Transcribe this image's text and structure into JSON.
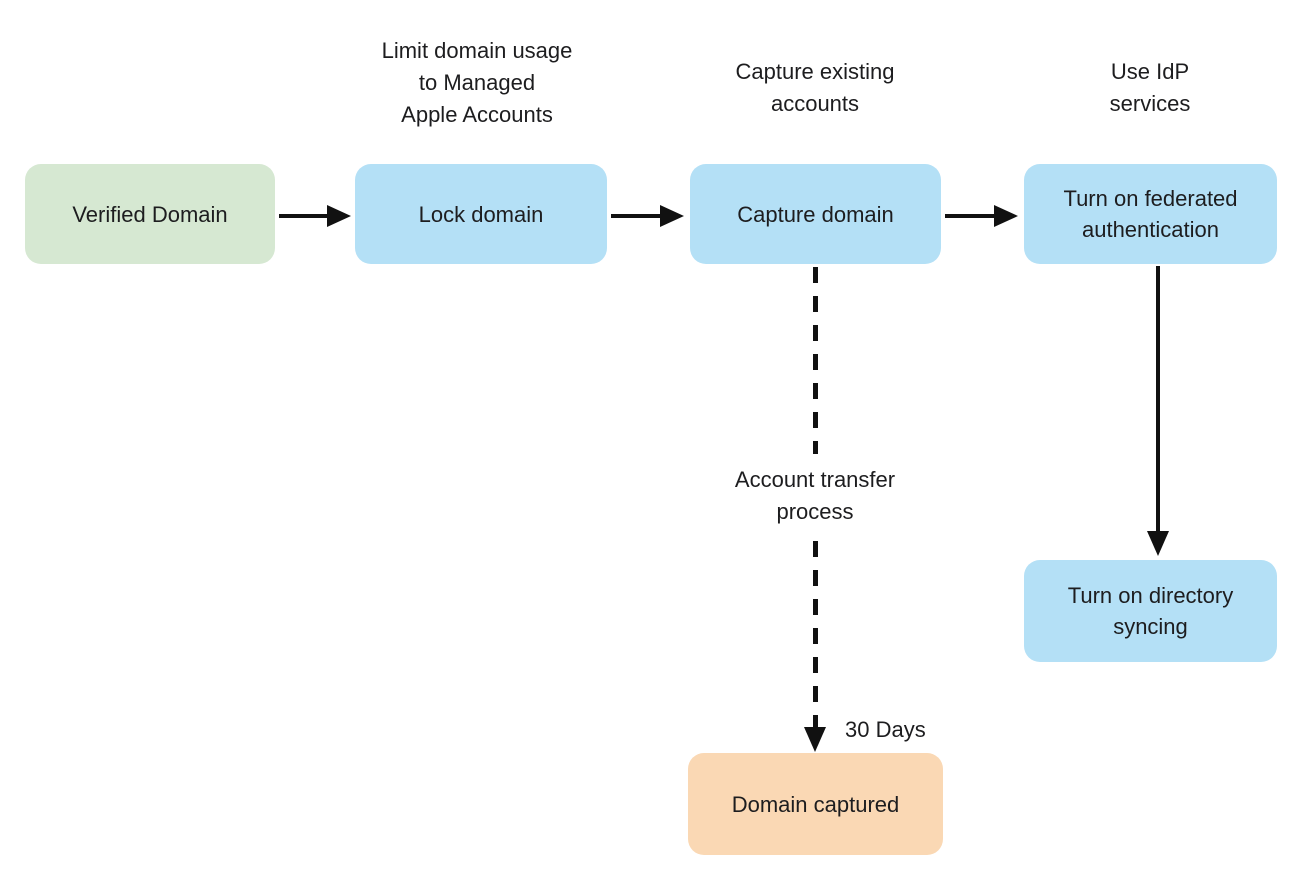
{
  "colors": {
    "background": "#ffffff",
    "node_green": "#d6e8d2",
    "node_blue": "#b4e0f6",
    "node_orange": "#fad8b4",
    "arrow": "#111111",
    "text": "#1d1d1f"
  },
  "diagram": {
    "type": "flowchart",
    "nodes": {
      "verified_domain": {
        "label": "Verified Domain",
        "color_role": "green"
      },
      "lock_domain": {
        "label": "Lock domain",
        "color_role": "blue"
      },
      "capture_domain": {
        "label": "Capture domain",
        "color_role": "blue"
      },
      "federated_auth": {
        "label": "Turn on federated\nauthentication",
        "color_role": "blue"
      },
      "directory_syncing": {
        "label": "Turn on directory\nsyncing",
        "color_role": "blue"
      },
      "domain_captured": {
        "label": "Domain captured",
        "color_role": "orange"
      }
    },
    "annotations": {
      "limit_domain": "Limit domain usage\nto Managed\nApple Accounts",
      "capture_existing": "Capture existing\naccounts",
      "use_idp": "Use IdP\nservices"
    },
    "edge_labels": {
      "account_transfer": "Account transfer\nprocess",
      "thirty_days": "30 Days"
    },
    "edges": [
      {
        "from": "verified_domain",
        "to": "lock_domain",
        "style": "solid",
        "direction": "right"
      },
      {
        "from": "lock_domain",
        "to": "capture_domain",
        "style": "solid",
        "direction": "right"
      },
      {
        "from": "capture_domain",
        "to": "federated_auth",
        "style": "solid",
        "direction": "right"
      },
      {
        "from": "federated_auth",
        "to": "directory_syncing",
        "style": "solid",
        "direction": "down"
      },
      {
        "from": "capture_domain",
        "to": "domain_captured",
        "style": "dashed",
        "direction": "down",
        "label": "Account transfer process",
        "secondary_label": "30 Days"
      }
    ]
  }
}
